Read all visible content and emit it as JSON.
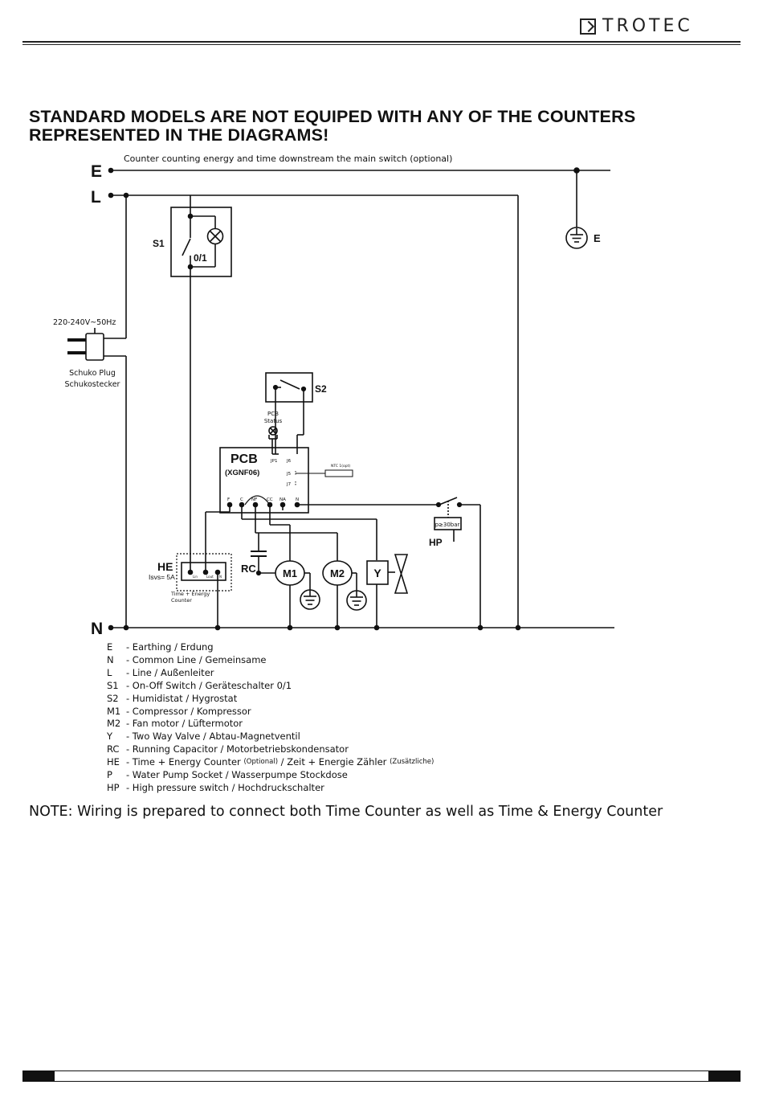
{
  "header": {
    "brand": "TROTEC"
  },
  "headline": {
    "line1": "STANDARD MODELS ARE NOT EQUIPED WITH ANY OF THE COUNTERS",
    "line2": "REPRESENTED IN THE DIAGRAMS!"
  },
  "diagram": {
    "caption": "Counter counting energy and time downstream the main switch (optional)",
    "rail_labels": {
      "e": "E",
      "l": "L",
      "n": "N"
    },
    "earth_label": "E",
    "s1": {
      "name": "S1",
      "switch": "0/1"
    },
    "supply": {
      "voltage": "220-240V~50Hz",
      "plug_line1": "Schuko Plug",
      "plug_line2": "Schukostecker"
    },
    "s2": {
      "name": "S2"
    },
    "pcb_status": {
      "line1": "PCB",
      "line2": "Status"
    },
    "pcb": {
      "title": "PCB",
      "model": "(XGNF06)",
      "jumpers": [
        "JP1",
        "J6",
        "J5",
        "J7"
      ],
      "sensor": "NTC 1(opt)",
      "terminals": [
        "F",
        "C",
        "NF",
        "CC",
        "NA",
        "N"
      ]
    },
    "he": {
      "name": "HE",
      "current": "Isvs= 5A",
      "terminals": [
        "Lin",
        "Lout",
        "N"
      ],
      "caption1": "Time + Energy",
      "caption2": "Counter"
    },
    "rc": "RC",
    "m1": "M1",
    "m2": "M2",
    "y": "Y",
    "hp": {
      "name": "HP",
      "setting": "p≥30bar"
    }
  },
  "legend": [
    {
      "code": "E",
      "text": "- Earthing / Erdung"
    },
    {
      "code": "N",
      "text": "- Common Line / Gemeinsame"
    },
    {
      "code": "L",
      "text": "- Line / Außenleiter"
    },
    {
      "code": "S1",
      "text": "- On-Off Switch / Geräteschalter 0/1"
    },
    {
      "code": "S2",
      "text": "- Humidistat / Hygrostat"
    },
    {
      "code": "M1",
      "text": "- Compressor / Kompressor"
    },
    {
      "code": "M2",
      "text": "- Fan motor / Lüftermotor"
    },
    {
      "code": "Y",
      "text": "- Two Way Valve / Abtau-Magnetventil"
    },
    {
      "code": "RC",
      "text": "- Running Capacitor / Motorbetriebskondensator"
    },
    {
      "code": "HE",
      "text": "- Time + Energy Counter ",
      "note1": "(Optional)",
      "text2": " / Zeit + Energie Zähler ",
      "note2": "(Zusätzliche)"
    },
    {
      "code": "P",
      "text": "- Water Pump Socket / Wasserpumpe Stockdose"
    },
    {
      "code": "HP",
      "text": "- High pressure switch / Hochdruckschalter"
    }
  ],
  "note": "NOTE: Wiring is prepared to connect both Time Counter as well as Time & Energy Counter"
}
